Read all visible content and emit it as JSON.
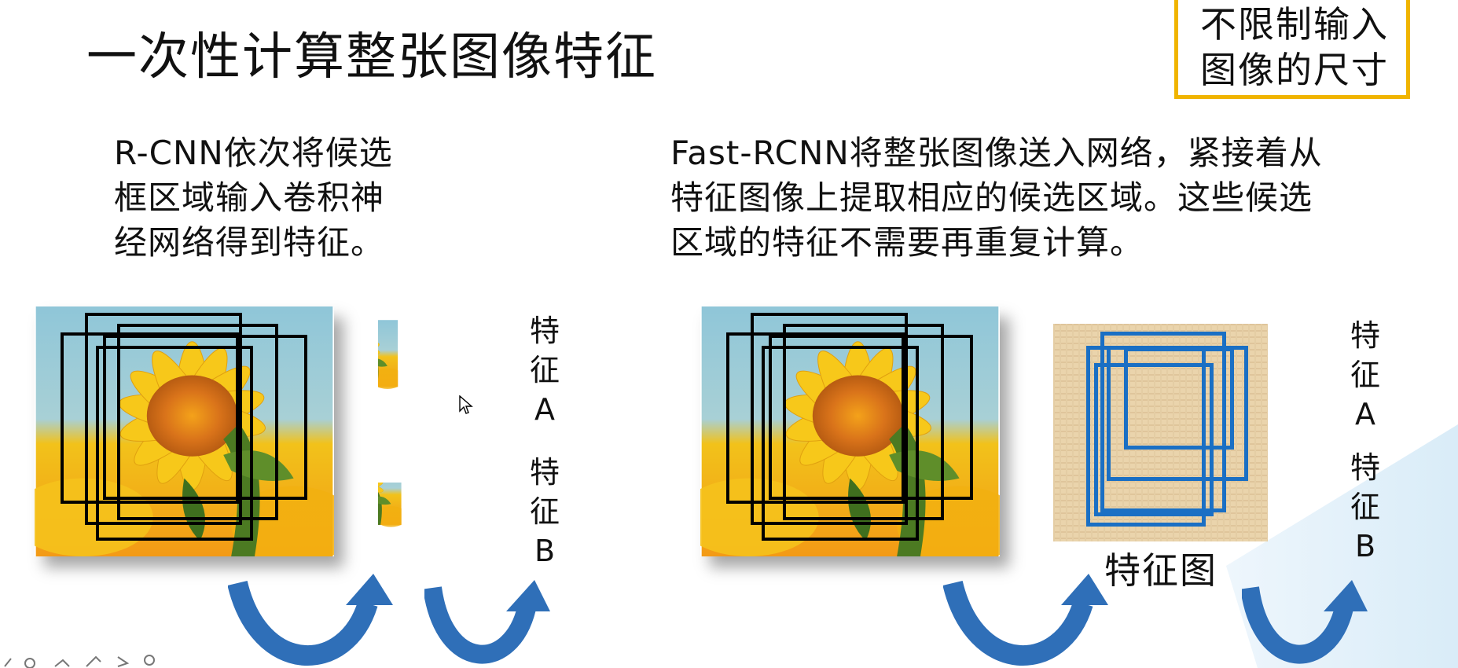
{
  "slide": {
    "title": "一次性计算整张图像特征",
    "note": {
      "line1": "不限制输入",
      "line2": "图像的尺寸",
      "border_color": "#f0b400"
    },
    "left": {
      "lines": [
        "R-CNN依次将候选",
        "框区域输入卷积神",
        "经网络得到特征。"
      ],
      "feature_a": [
        "特",
        "征",
        "A"
      ],
      "feature_b": [
        "特",
        "征",
        "B"
      ]
    },
    "right": {
      "lines": [
        "Fast-RCNN将整张图像送入网络，紧接着从",
        "特征图像上提取相应的候选区域。这些候选",
        "区域的特征不需要再重复计算。"
      ],
      "feature_map_caption": "特征图",
      "feature_a": [
        "特",
        "征",
        "A"
      ],
      "feature_b": [
        "特",
        "征",
        "B"
      ]
    },
    "colors": {
      "proposal_box": "#000000",
      "feature_box": "#1a6fc4",
      "arrow": "#2f6fb8"
    }
  }
}
